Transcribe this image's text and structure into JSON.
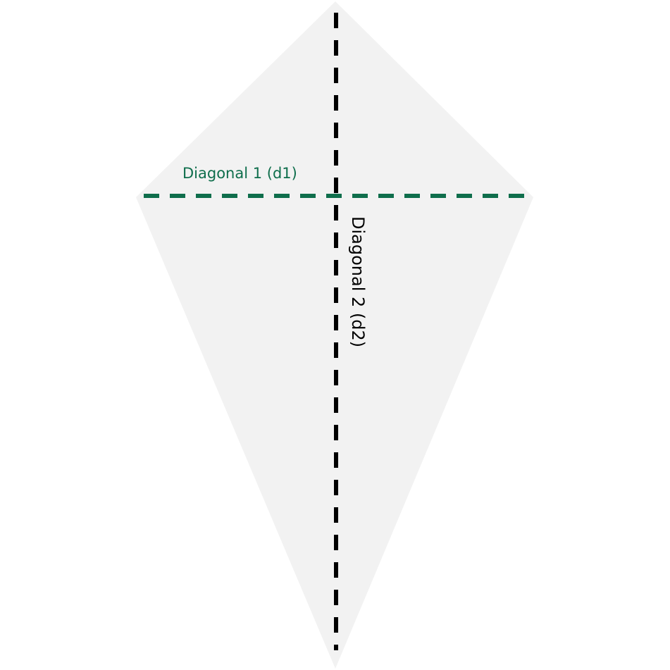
{
  "diagram": {
    "shape": "kite",
    "diagonals": [
      {
        "label": "Diagonal 1 (d1)",
        "color": "#0f6e4c",
        "style": "dashed",
        "orientation": "horizontal"
      },
      {
        "label": "Diagonal 2 (d2)",
        "color": "#000000",
        "style": "dashed",
        "orientation": "vertical"
      }
    ],
    "fill_color": "#f2f2f2"
  }
}
